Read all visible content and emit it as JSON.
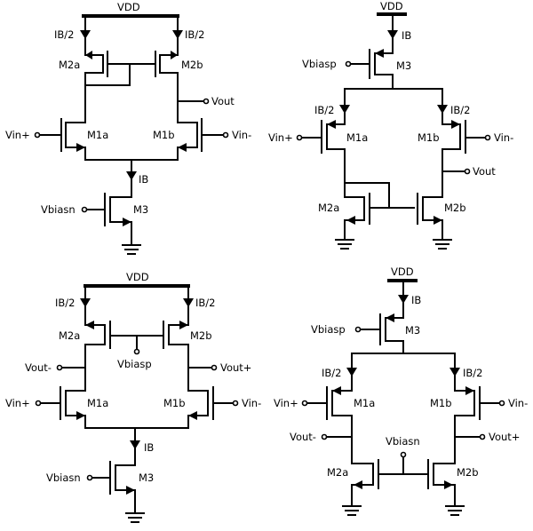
{
  "circuits": [
    {
      "id": "nmos-input-pmos-mirror",
      "labels": {
        "rail": "VDD",
        "src_left": "IB/2",
        "src_right": "IB/2",
        "load_left": "M2a",
        "load_right": "M2b",
        "output": "Vout",
        "in_left": "Vin+",
        "in_right": "Vin-",
        "input_left": "M1a",
        "input_right": "M1b",
        "tail_current": "IB",
        "bias": "Vbiasn",
        "tail": "M3"
      }
    },
    {
      "id": "pmos-input-nmos-mirror",
      "labels": {
        "rail": "VDD",
        "tail_current": "IB",
        "bias": "Vbiasp",
        "tail": "M3",
        "src_left": "IB/2",
        "src_right": "IB/2",
        "in_left": "Vin+",
        "in_right": "Vin-",
        "input_left": "M1a",
        "input_right": "M1b",
        "output": "Vout",
        "load_left": "M2a",
        "load_right": "M2b"
      }
    },
    {
      "id": "nmos-input-pmos-load-fully-differential",
      "labels": {
        "rail": "VDD",
        "src_left": "IB/2",
        "src_right": "IB/2",
        "load_left": "M2a",
        "load_right": "M2b",
        "bias_load": "Vbiasp",
        "out_left": "Vout-",
        "out_right": "Vout+",
        "in_left": "Vin+",
        "in_right": "Vin-",
        "input_left": "M1a",
        "input_right": "M1b",
        "tail_current": "IB",
        "bias": "Vbiasn",
        "tail": "M3"
      }
    },
    {
      "id": "pmos-input-nmos-load-fully-differential",
      "labels": {
        "rail": "VDD",
        "tail_current": "IB",
        "bias": "Vbiasp",
        "tail": "M3",
        "src_left": "IB/2",
        "src_right": "IB/2",
        "in_left": "Vin+",
        "in_right": "Vin-",
        "input_left": "M1a",
        "input_right": "M1b",
        "out_left": "Vout-",
        "out_right": "Vout+",
        "bias_load": "Vbiasn",
        "load_left": "M2a",
        "load_right": "M2b"
      }
    }
  ]
}
